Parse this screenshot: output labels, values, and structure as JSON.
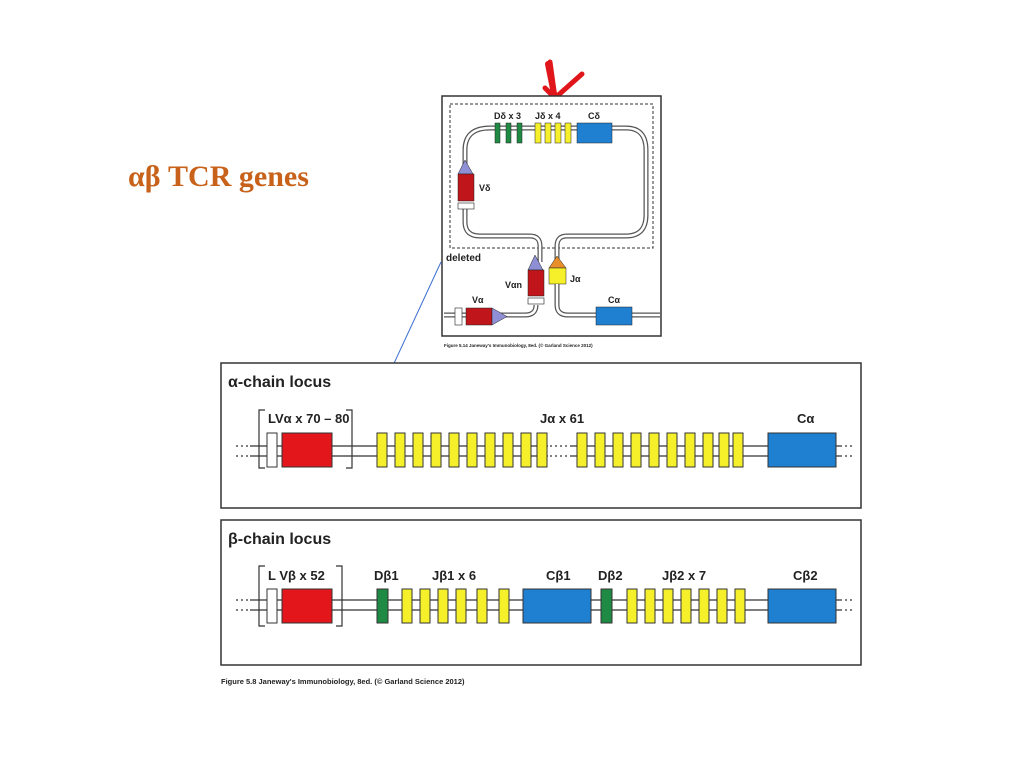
{
  "slide": {
    "title": "αβ TCR genes"
  },
  "inset": {
    "d_delta": "Dδ x 3",
    "j_delta": "Jδ x 4",
    "c_delta": "Cδ",
    "v_delta": "Vδ",
    "deleted": "deleted",
    "v_alpha_n": "Vαn",
    "j_alpha": "Jα",
    "v_alpha": "Vα",
    "c_alpha": "Cα",
    "caption": "Figure 5.14 Janeway's Immunobiology, 8ed. (© Garland Science 2012)"
  },
  "alpha_panel": {
    "title": "α-chain locus",
    "lv": "LVα x 70 – 80",
    "j": "Jα x 61",
    "c": "Cα"
  },
  "beta_panel": {
    "title": "β-chain locus",
    "lv": "L  Vβ x 52",
    "d1": "Dβ1",
    "j1": "Jβ1 x 6",
    "c1": "Cβ1",
    "d2": "Dβ2",
    "j2": "Jβ2 x 7",
    "c2": "Cβ2"
  },
  "caption": "Figure 5.8  Janeway's Immunobiology, 8ed. (© Garland Science 2012)",
  "colors": {
    "title": "#c8621a",
    "v_segment": "#e2161b",
    "j_segment": "#f5f02a",
    "c_segment": "#1f7fd1",
    "d_segment": "#1e8a43",
    "v_inset": "#c0161b",
    "leader": "#8f8fd6",
    "arrow": "#e0161b"
  }
}
